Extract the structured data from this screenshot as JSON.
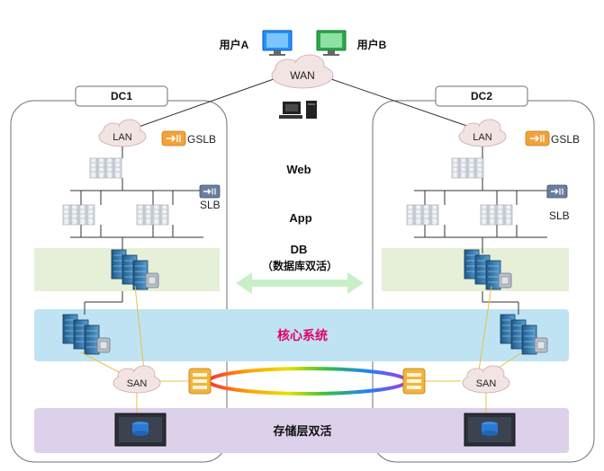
{
  "users": {
    "a": "用户A",
    "b": "用户B"
  },
  "wan": "WAN",
  "dc1": {
    "title": "DC1",
    "lan": "LAN",
    "gslb": "GSLB",
    "slb": "SLB",
    "san": "SAN"
  },
  "dc2": {
    "title": "DC2",
    "lan": "LAN",
    "gslb": "GSLB",
    "slb": "SLB",
    "san": "SAN"
  },
  "tiers": {
    "web": "Web",
    "app": "App",
    "db": "DB",
    "db_sub": "（数据库双活）"
  },
  "core": "核心系统",
  "storage": "存储层双活",
  "colors": {
    "db_band": "#e6f0d8",
    "core_band": "#bfe3f3",
    "storage_band": "#ddd0ea",
    "core_text": "#e0006b",
    "cloud": "#f3e4e4",
    "monitor_a": "#1e90ff",
    "monitor_b": "#2aa84a",
    "gslb_icon": "#f2a23a",
    "slb_icon": "#6a7f9f"
  }
}
